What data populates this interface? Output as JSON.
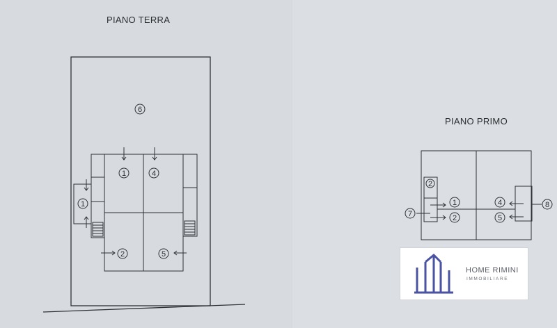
{
  "titles": {
    "ground": "PIANO TERRA",
    "first": "PIANO PRIMO"
  },
  "ground_labels": {
    "r6": "6",
    "r1_left": "1",
    "r1_top": "1",
    "r4": "4",
    "r2": "2",
    "r5": "5"
  },
  "first_labels": {
    "r2_stair": "2",
    "r7": "7",
    "r1": "1",
    "r2": "2",
    "r4": "4",
    "r5": "5",
    "r8": "8"
  },
  "logo": {
    "name": "HOME RIMINI",
    "sub": "IMMOBILIARE",
    "color": "#4a52a3"
  }
}
